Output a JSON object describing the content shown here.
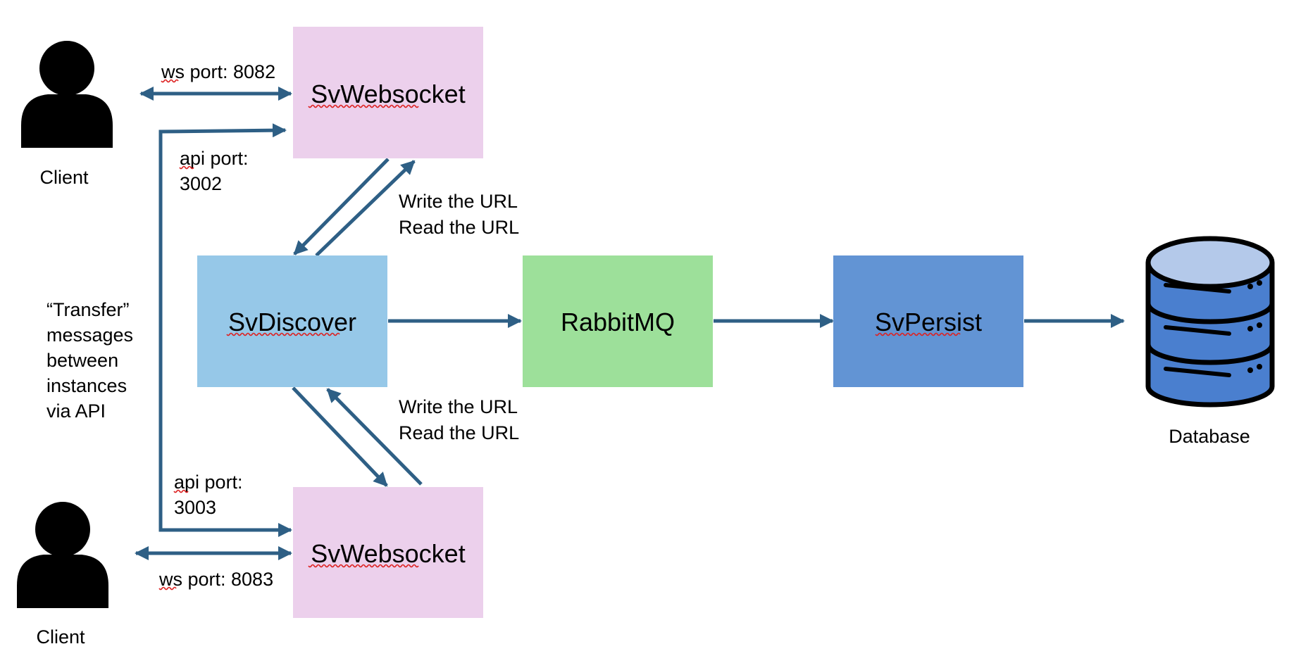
{
  "nodes": {
    "ws_top": {
      "label": "SvWebsocket",
      "color": "#ecd0ec"
    },
    "ws_bottom": {
      "label": "SvWebsocket",
      "color": "#ecd0ec"
    },
    "discover": {
      "label": "SvDiscover",
      "color": "#96c8e8"
    },
    "rabbit": {
      "label": "RabbitMQ",
      "color": "#9de09a"
    },
    "persist": {
      "label": "SvPersist",
      "color": "#6294d4"
    },
    "database": {
      "label": "Database"
    },
    "client_top": {
      "label": "Client"
    },
    "client_bottom": {
      "label": "Client"
    }
  },
  "labels": {
    "ws_port_top": "ws port: 8082",
    "ws_port_bottom": "ws port: 8083",
    "api_port_top": [
      "api port:",
      "3002"
    ],
    "api_port_bottom": [
      "api port:",
      "3003"
    ],
    "url_top": [
      "Write the URL",
      "Read the URL"
    ],
    "url_bottom": [
      "Write the URL",
      "Read the URL"
    ],
    "transfer": [
      "“Transfer”",
      "messages",
      "between",
      "instances",
      "via API"
    ]
  },
  "colors": {
    "arrow": "#2e5f85",
    "db_fill": "#4a7fcf",
    "db_top": "#b4c9ea",
    "spellcheck": "#d22222"
  }
}
